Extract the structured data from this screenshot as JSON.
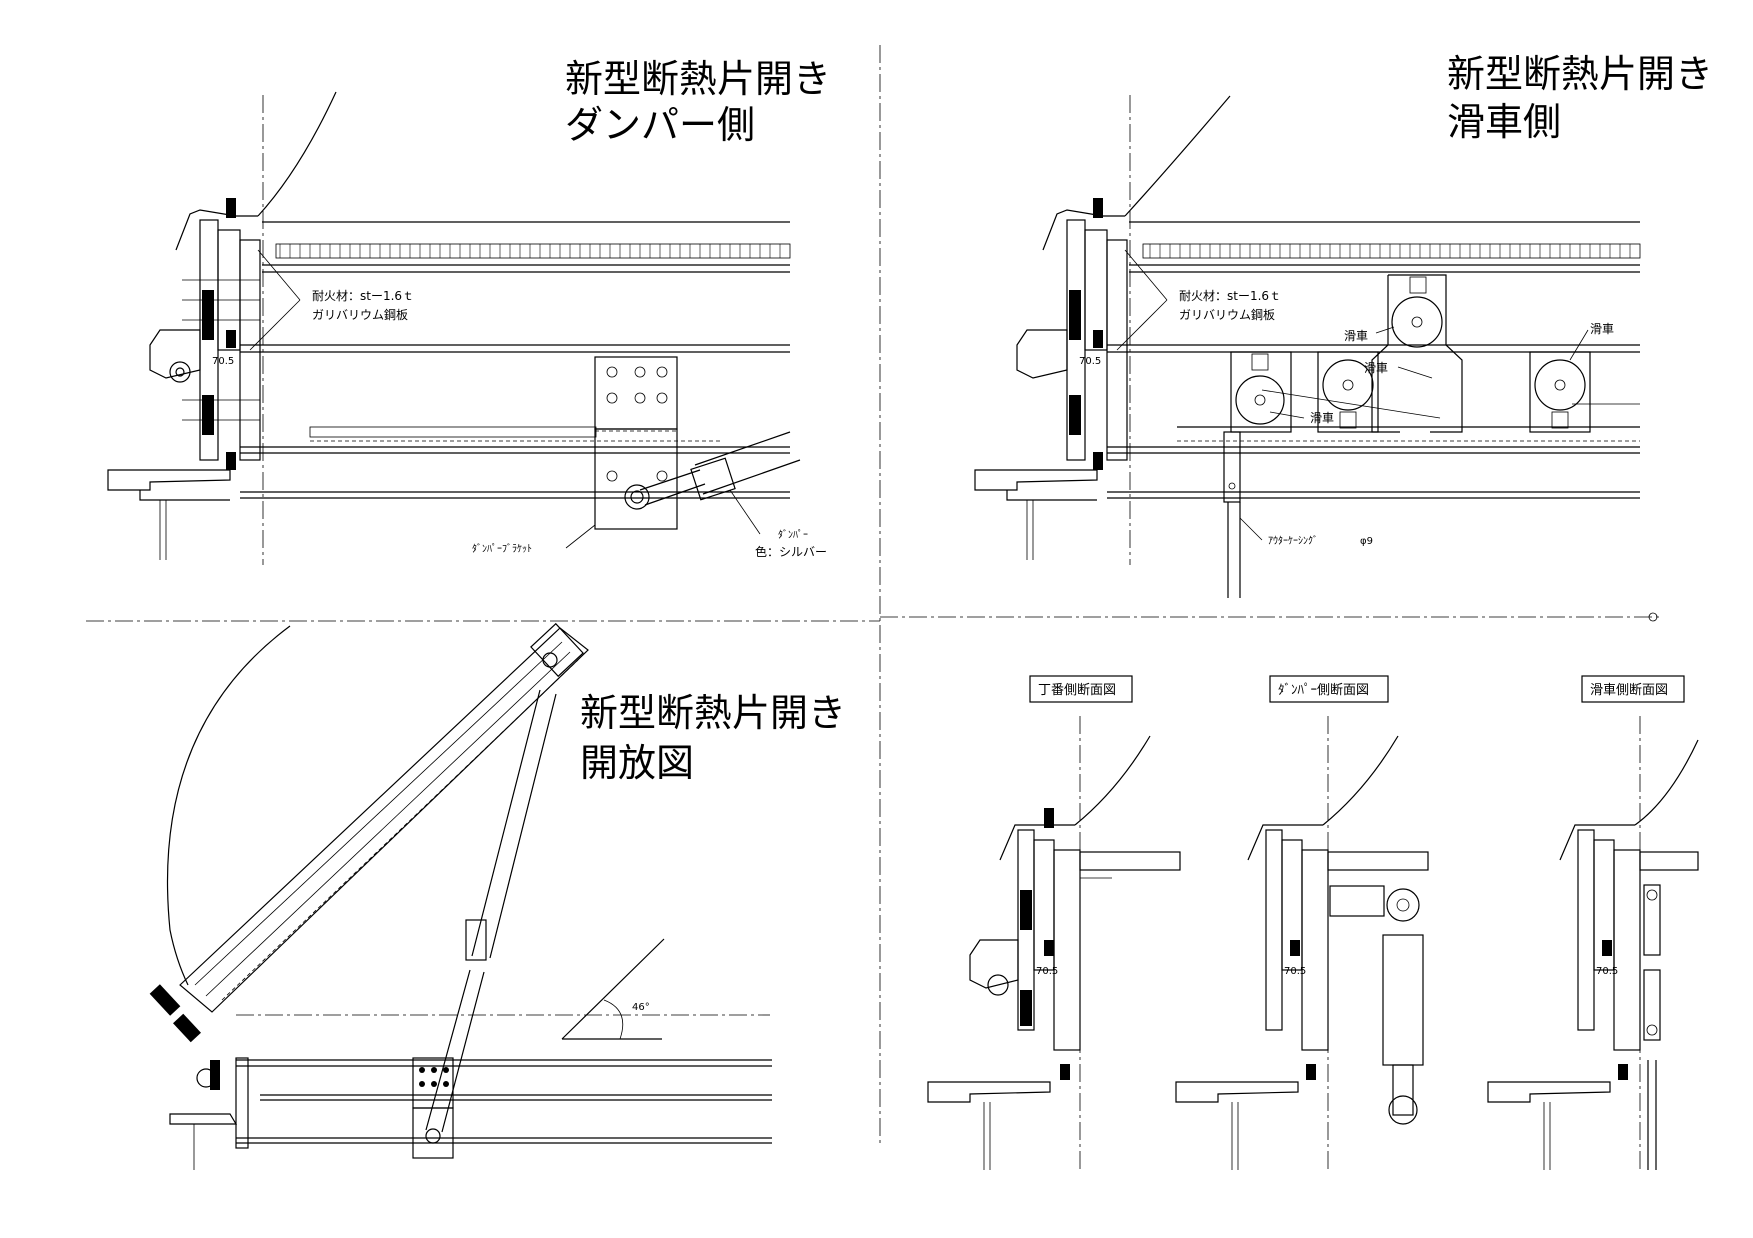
{
  "panels": {
    "damper_side": {
      "title_line1": "新型断熱片開き",
      "title_line2": "ダンパー側",
      "fireproof_note_line1": "耐火材：stー1.6ｔ",
      "fireproof_note_line2": "ガリバリウム鋼板",
      "bracket_label": "ﾀﾞﾝﾊﾟｰﾌﾞﾗｹｯﾄ",
      "damper_label": "ﾀﾞﾝﾊﾟｰ",
      "damper_color": "色：シルバー",
      "dim_label": "70.5"
    },
    "pulley_side": {
      "title_line1": "新型断熱片開き",
      "title_line2": "滑車側",
      "fireproof_note_line1": "耐火材：stー1.6ｔ",
      "fireproof_note_line2": "ガリバリウム鋼板",
      "pulley_labels": [
        "滑車",
        "滑車",
        "滑車",
        "滑車"
      ],
      "casing_label": "ｱｳﾀｰｹｰｼﾝｸﾞ",
      "casing_dim": "φ9",
      "dim_label": "70.5"
    },
    "open_view": {
      "title_line1": "新型断熱片開き",
      "title_line2": "開放図",
      "angle_label": "46°"
    },
    "sections": {
      "hinge_title": "丁番側断面図",
      "damper_title": "ﾀﾞﾝﾊﾟｰ側断面図",
      "pulley_title": "滑車側断面図",
      "dim_label": "70.5"
    }
  }
}
